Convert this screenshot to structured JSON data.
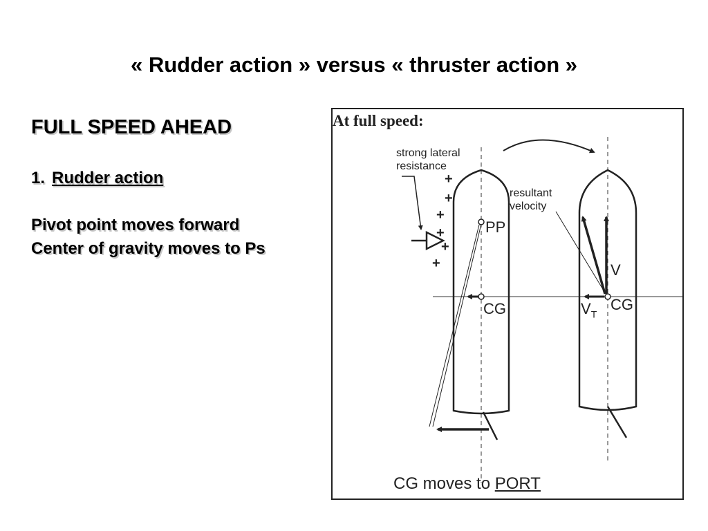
{
  "slide": {
    "title": "« Rudder action » versus « thruster action »",
    "heading": "FULL SPEED AHEAD",
    "item_number": "1.",
    "item_label": "Rudder action",
    "lines": [
      "Pivot point moves forward",
      "Center of gravity moves to Ps"
    ]
  },
  "figure": {
    "title": "At full speed:",
    "lateral_resistance": [
      "strong lateral",
      "resistance"
    ],
    "plus_sign": "+",
    "pp_label": "PP",
    "cg_label": "CG",
    "resultant": [
      "resultant",
      "velocity"
    ],
    "v_label": "V",
    "vt_main": "V",
    "vt_sub": "T",
    "caption_prefix": "CG moves to ",
    "caption_port": "PORT"
  },
  "colors": {
    "text": "#000000",
    "shadow": "#c8c8c8",
    "drawing": "#222222"
  }
}
